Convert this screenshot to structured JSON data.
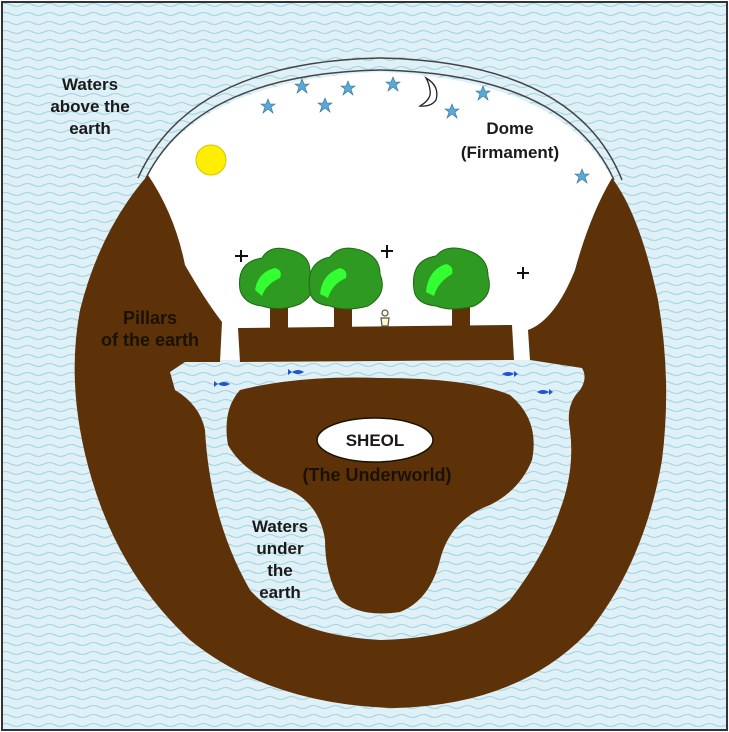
{
  "labels": {
    "waters_above": [
      "Waters",
      "above the",
      "earth"
    ],
    "dome": [
      "Dome",
      "(Firmament)"
    ],
    "pillars": [
      "Pillars",
      "of the earth"
    ],
    "sheol": "SHEOL",
    "underworld": "(The Underworld)",
    "waters_under": [
      "Waters",
      "under",
      "the",
      "earth"
    ]
  },
  "colors": {
    "water": "#dff1f6",
    "water_wave": "#9fd3e3",
    "earth": "#5e3208",
    "dome_sky": "#ffffff",
    "sun": "#ffee00",
    "star": "#5aa9d6",
    "tree_dark": "#2f9a22",
    "tree_light": "#33ff33",
    "trunk": "#5e3208",
    "fish": "#2255cc"
  },
  "icons": [
    "sun-icon",
    "moon-icon",
    "star-icon",
    "tree-icon",
    "fish-icon",
    "bird-icon",
    "person-icon"
  ]
}
